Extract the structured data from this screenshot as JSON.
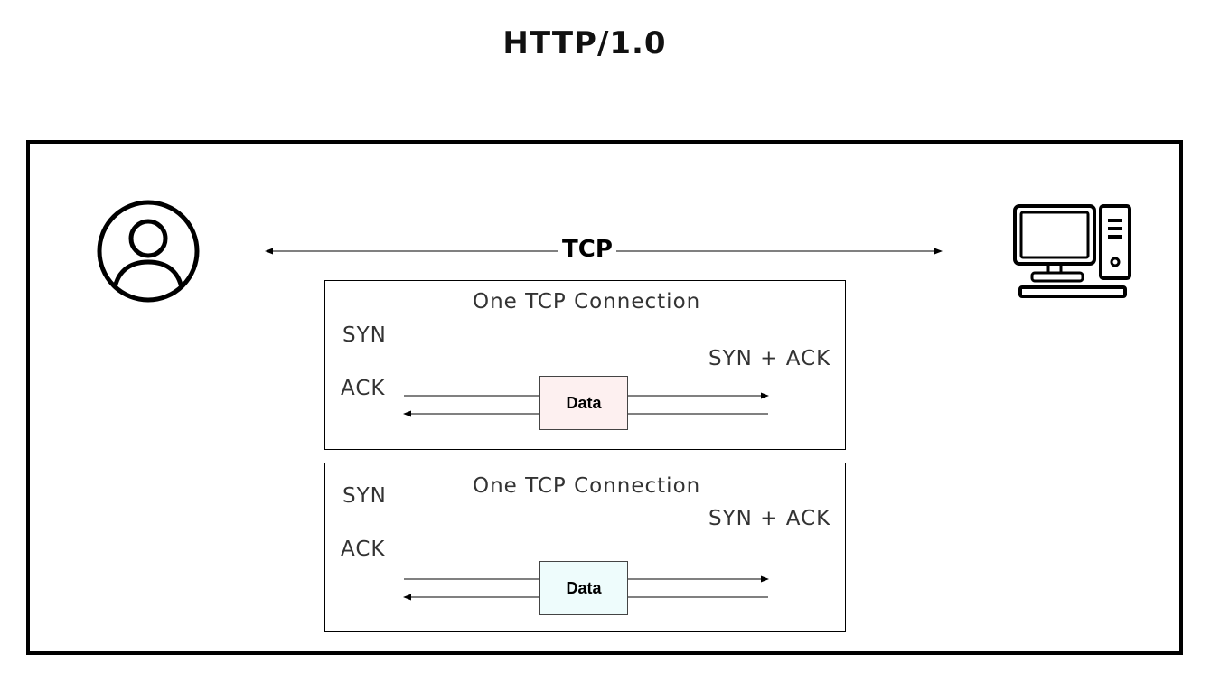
{
  "diagram": {
    "title": "HTTP/1.0",
    "tcp_label": "TCP",
    "connections": [
      {
        "title": "One TCP Connection",
        "syn": "SYN",
        "syn_ack": "SYN + ACK",
        "ack": "ACK",
        "data_label": "Data",
        "data_color": "#fdf0f0"
      },
      {
        "title": "One TCP Connection",
        "syn": "SYN",
        "syn_ack": "SYN + ACK",
        "ack": "ACK",
        "data_label": "Data",
        "data_color": "#eefcfc"
      }
    ]
  },
  "icons": {
    "client": "user-icon",
    "server": "computer-icon"
  }
}
